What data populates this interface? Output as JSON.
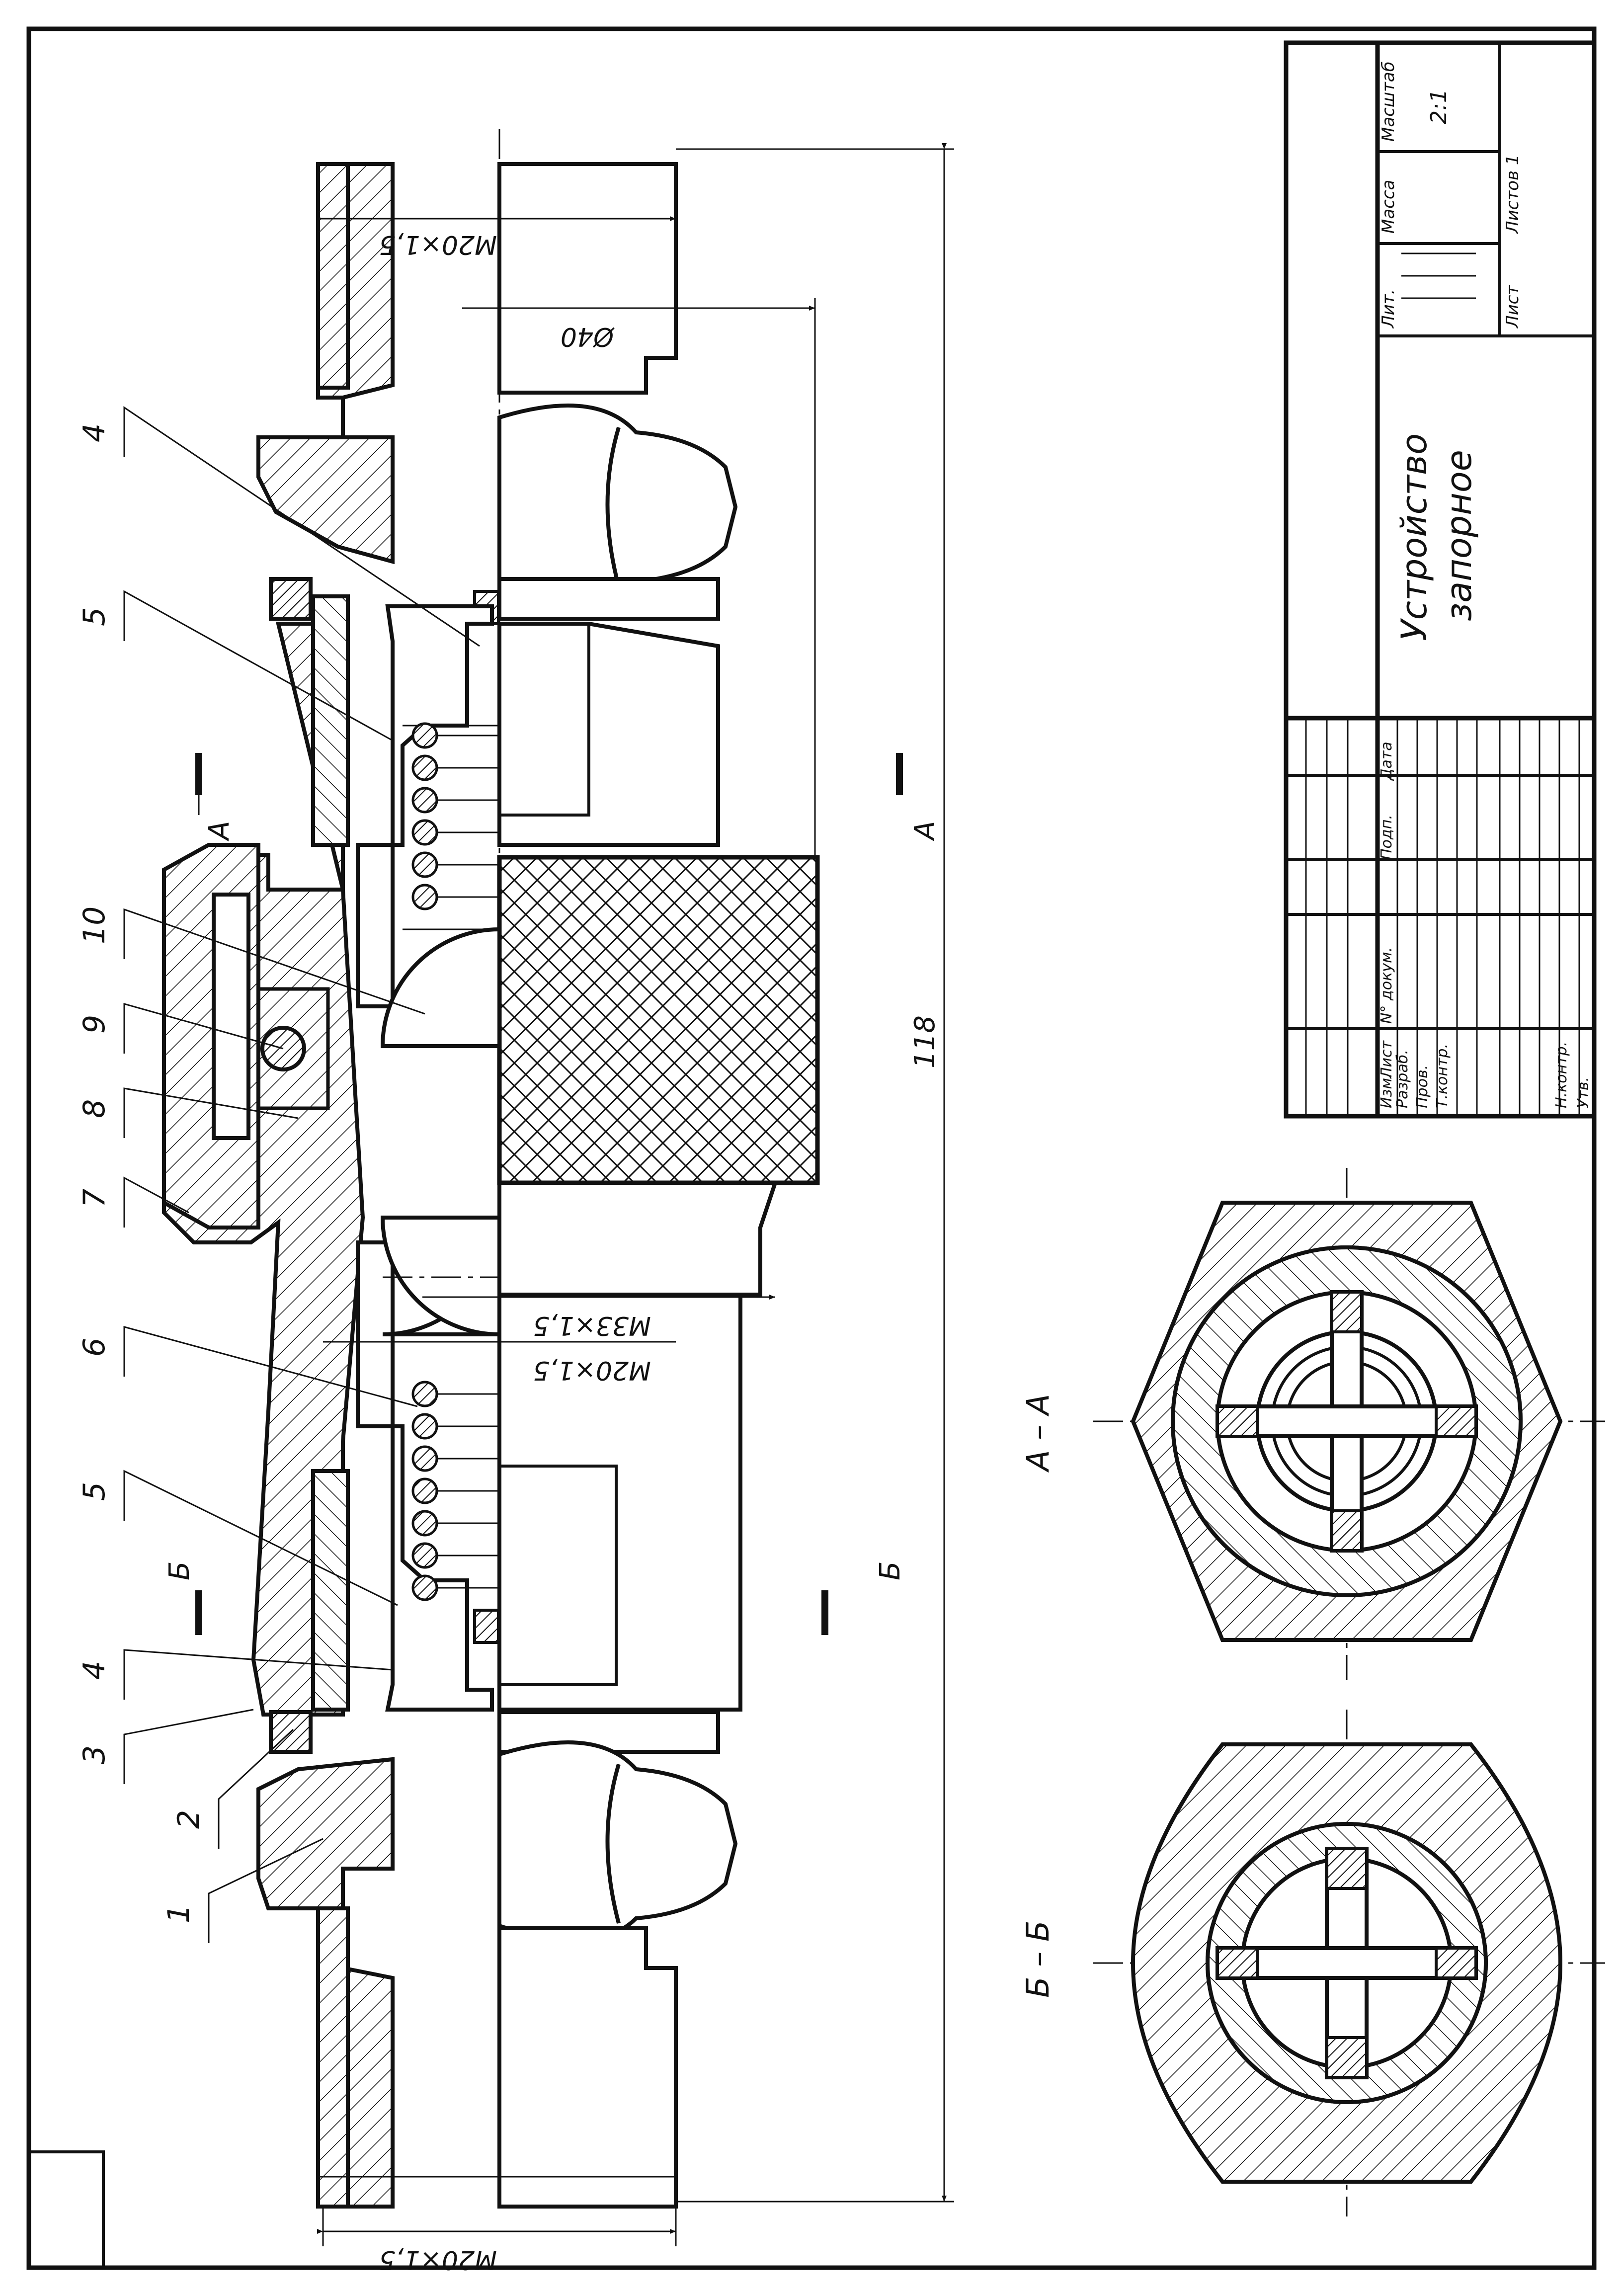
{
  "drawing": {
    "title_line1": "Устройство",
    "title_line2": "запорное",
    "scale": "2:1",
    "sheet_label": "Лист",
    "sheets_label": "Листов 1",
    "col_lit": "Лит.",
    "col_mass": "Масса",
    "col_scale": "Масштаб",
    "stamp_cols": [
      "Изм.",
      "Лист",
      "N° докум.",
      "Подп.",
      "Дата"
    ],
    "stamp_rows": [
      "Разраб.",
      "Пров.",
      "Т.контр.",
      "",
      "Н.контр.",
      "Утв."
    ]
  },
  "dimensions": {
    "top_thread": "M20×1,5",
    "bottom_thread": "M20×1,5",
    "mid_thread_1": "M33×1,5",
    "mid_thread_2": "M20×1,5",
    "diameter": "Ø40",
    "length": "118"
  },
  "part_numbers": [
    "4",
    "5",
    "10",
    "9",
    "8",
    "7",
    "6",
    "5",
    "4",
    "3",
    "2",
    "1"
  ],
  "section_marks": {
    "a": "А",
    "b": "Б",
    "section_a": "А – А",
    "section_b": "Б – Б"
  }
}
